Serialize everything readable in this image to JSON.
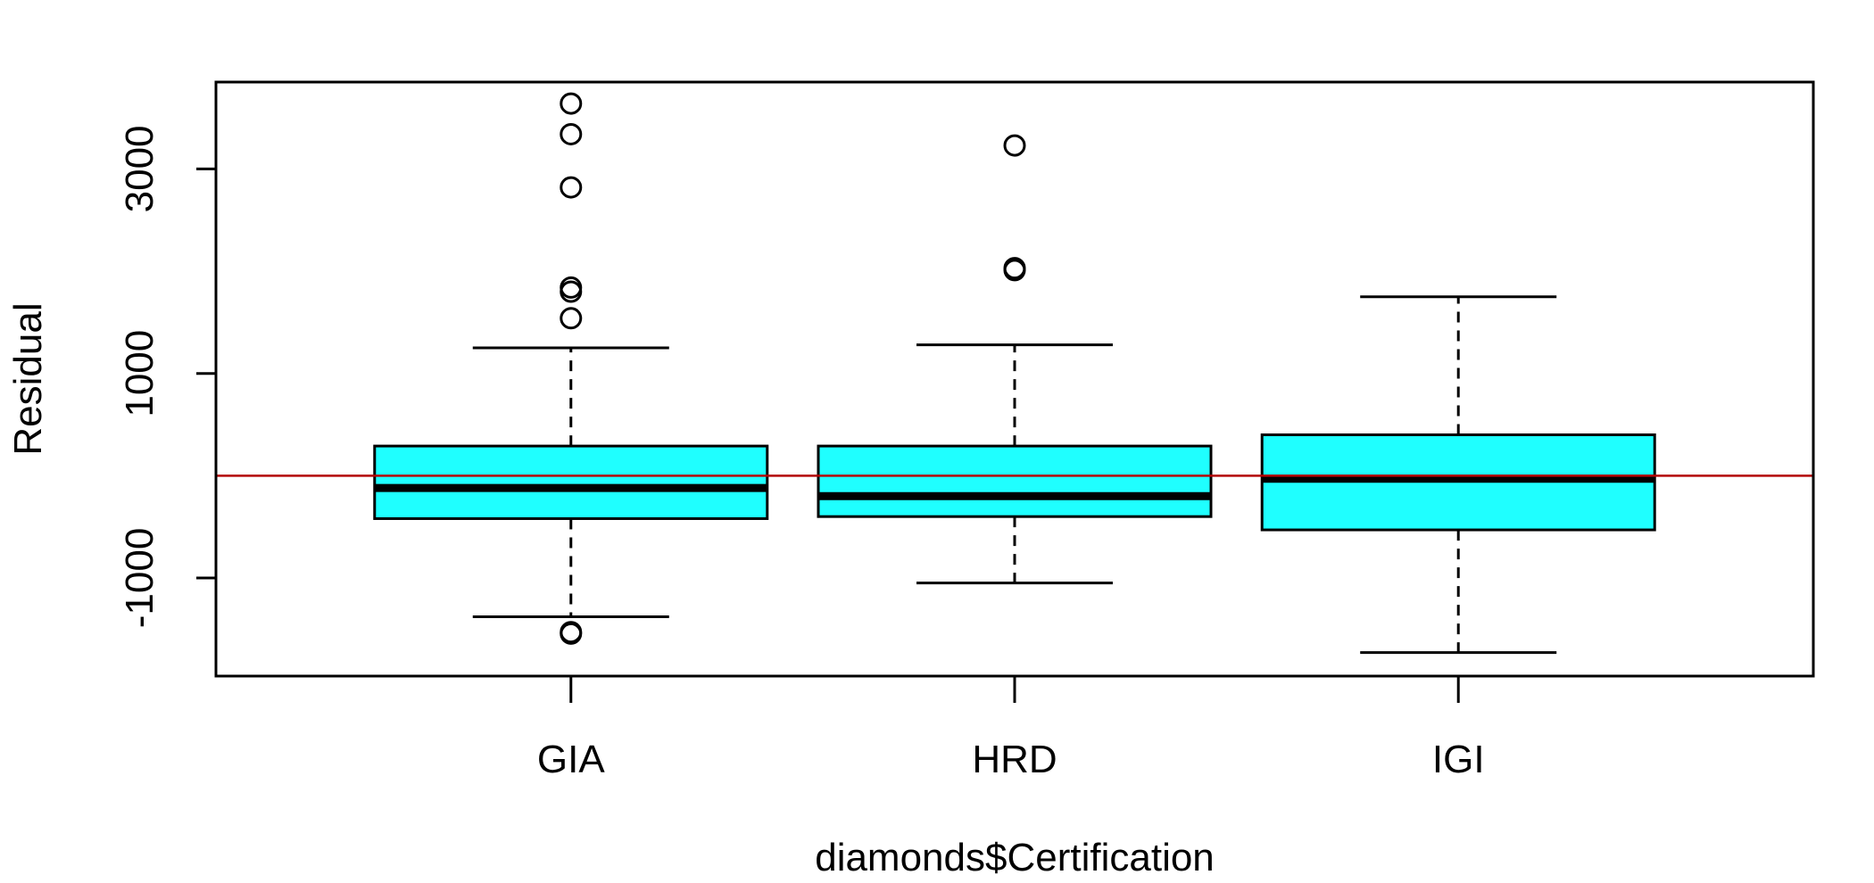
{
  "chart_data": {
    "type": "boxplot",
    "xlabel": "diamonds$Certification",
    "ylabel": "Residual",
    "categories": [
      "GIA",
      "HRD",
      "IGI"
    ],
    "yticks": [
      -1000,
      1000,
      3000
    ],
    "ylim": [
      -1960,
      3850
    ],
    "reference_line": {
      "y": 0,
      "color": "#b30000"
    },
    "box_fill": "#1fffff",
    "boxes": [
      {
        "category": "GIA",
        "whisker_low": -1380,
        "q1": -420,
        "median": -120,
        "q3": 290,
        "whisker_high": 1250,
        "outliers": [
          3640,
          3340,
          2820,
          1840,
          1800,
          1540,
          -1530,
          -1545
        ]
      },
      {
        "category": "HRD",
        "whisker_low": -1050,
        "q1": -400,
        "median": -200,
        "q3": 290,
        "whisker_high": 1280,
        "outliers": [
          3230,
          2030,
          2010
        ]
      },
      {
        "category": "IGI",
        "whisker_low": -1730,
        "q1": -530,
        "median": -30,
        "q3": 400,
        "whisker_high": 1750,
        "outliers": []
      }
    ]
  }
}
